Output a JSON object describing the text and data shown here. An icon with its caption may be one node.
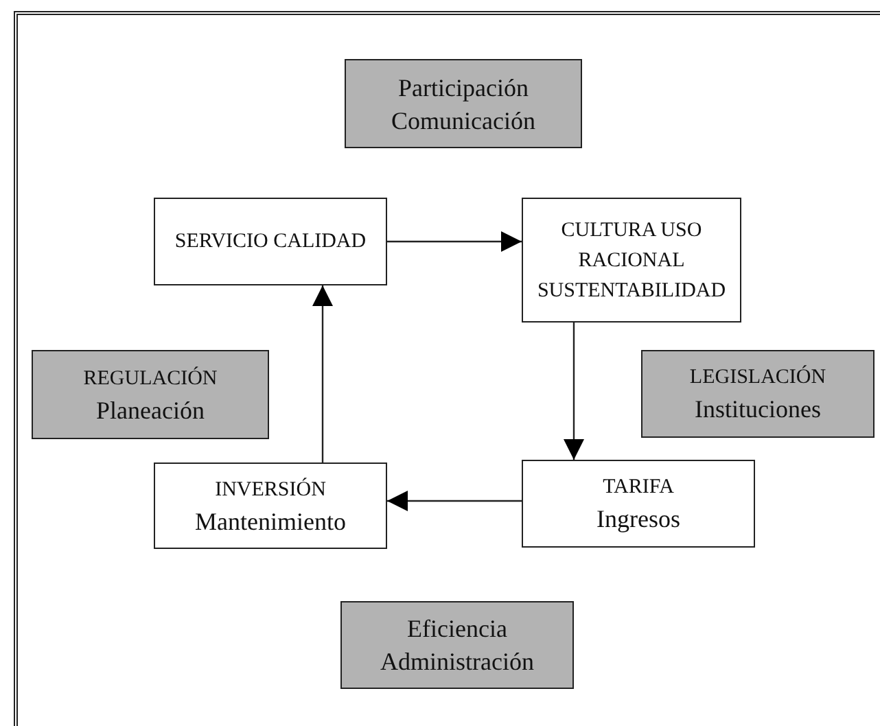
{
  "diagram": {
    "nodes": [
      {
        "text": [
          "Participación Comunicación"
        ]
      },
      {
        "text": [
          "SERVICIO CALIDAD"
        ]
      },
      {
        "text": [
          "CULTURA USO RACIONAL SUSTENTABILIDAD"
        ]
      },
      {
        "text": [
          "REGULACIÓN",
          "Planeación"
        ]
      },
      {
        "text": [
          "LEGISLACIÓN",
          "Instituciones"
        ]
      },
      {
        "text": [
          "INVERSIÓN",
          "Mantenimiento"
        ]
      },
      {
        "text": [
          "TARIFA",
          "Ingresos"
        ]
      },
      {
        "text": [
          "Eficiencia Administración"
        ]
      }
    ],
    "edges": [
      {
        "from": 1,
        "to": 2,
        "arrow": "to"
      },
      {
        "from": 2,
        "to": 6,
        "arrow": "to"
      },
      {
        "from": 6,
        "to": 5,
        "arrow": "to"
      },
      {
        "from": 5,
        "to": 1,
        "arrow": "to"
      }
    ]
  }
}
